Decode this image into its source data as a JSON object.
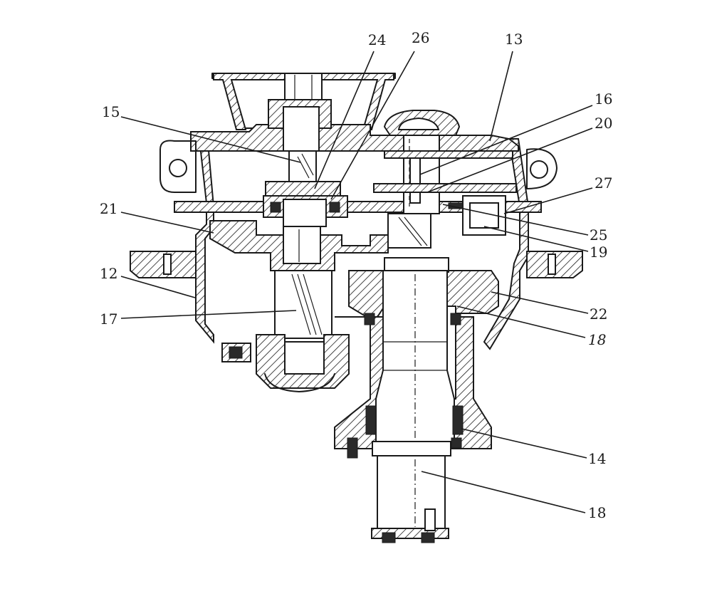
{
  "labels": {
    "l24": "24",
    "l26": "26",
    "l13": "13",
    "l16": "16",
    "l20": "20",
    "l15": "15",
    "l27": "27",
    "l21": "21",
    "l25": "25",
    "l19": "19",
    "l12": "12",
    "l22": "22",
    "l17": "17",
    "l18a": "18",
    "l14": "14",
    "l18b": "18"
  }
}
